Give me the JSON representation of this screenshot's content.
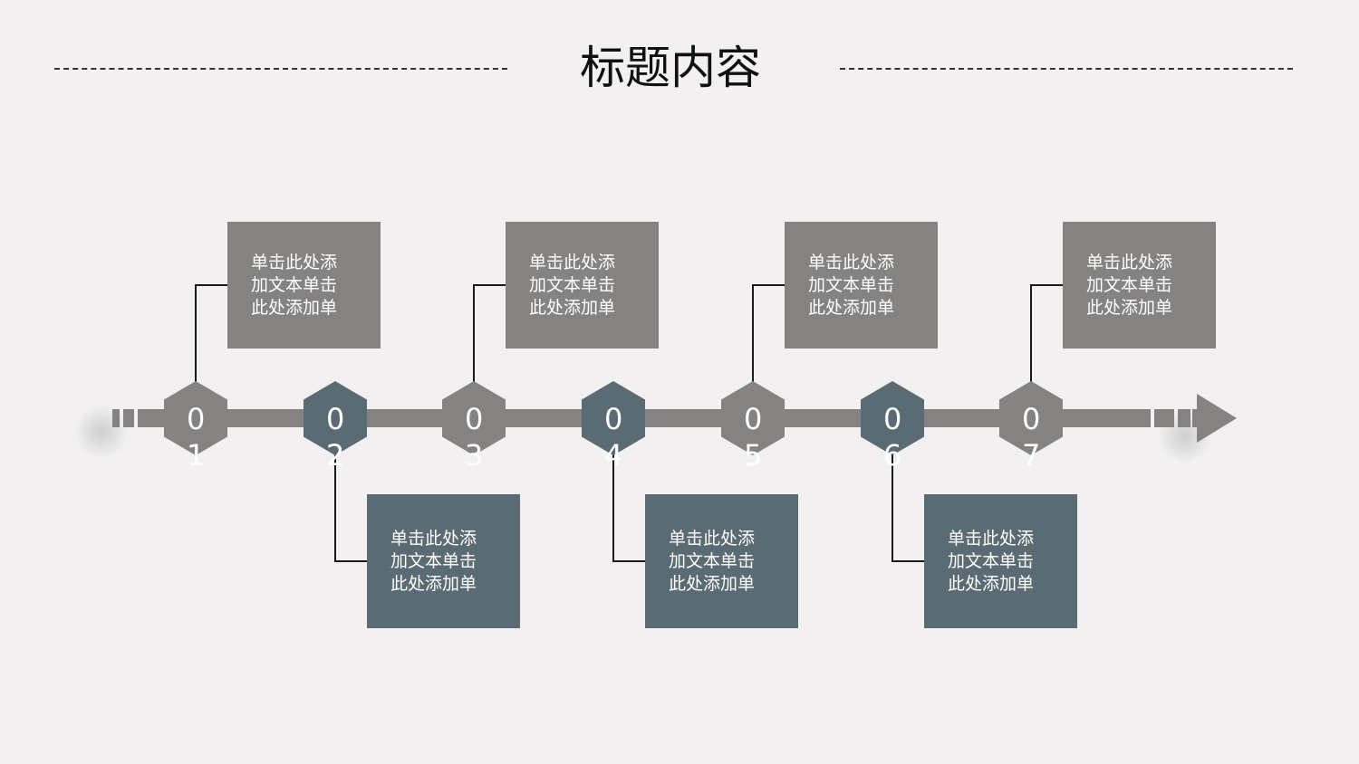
{
  "title": "标题内容",
  "colors": {
    "gray": "#848382",
    "slate": "#5a6b73",
    "background": "#f2f0f1"
  },
  "steps": [
    {
      "number": "01",
      "text": "单击此处添加文本单击此处添加单",
      "color": "#848382",
      "box_position": "above"
    },
    {
      "number": "02",
      "text": "单击此处添加文本单击此处添加单",
      "color": "#5a6b73",
      "box_position": "below"
    },
    {
      "number": "03",
      "text": "单击此处添加文本单击此处添加单",
      "color": "#848382",
      "box_position": "above"
    },
    {
      "number": "04",
      "text": "单击此处添加文本单击此处添加单",
      "color": "#5a6b73",
      "box_position": "below"
    },
    {
      "number": "05",
      "text": "单击此处添加文本单击此处添加单",
      "color": "#848382",
      "box_position": "above"
    },
    {
      "number": "06",
      "text": "单击此处添加文本单击此处添加单",
      "color": "#5a6b73",
      "box_position": "below"
    },
    {
      "number": "07",
      "text": "单击此处添加文本单击此处添加单",
      "color": "#848382",
      "box_position": "above"
    }
  ]
}
